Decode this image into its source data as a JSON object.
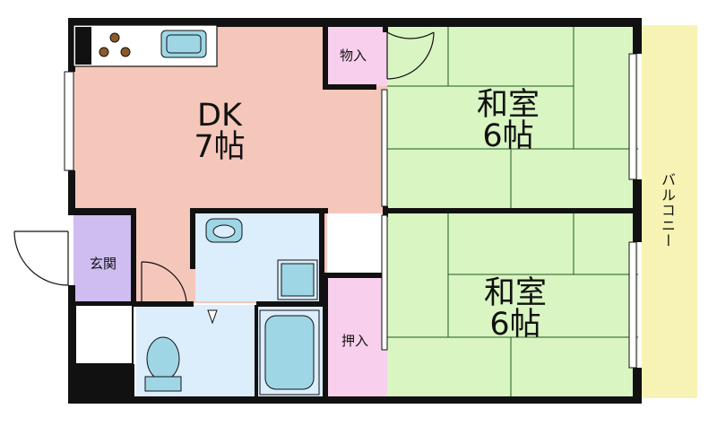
{
  "rooms": {
    "dk": {
      "line1": "DK",
      "line2": "7帖"
    },
    "washitsu_top": {
      "line1": "和室",
      "line2": "6帖"
    },
    "washitsu_bottom": {
      "line1": "和室",
      "line2": "6帖"
    },
    "monoire": "物入",
    "oshiire": "押入",
    "genkan": "玄関",
    "balcony": "バルコニー"
  },
  "colors": {
    "dk_floor": "#f5c7bb",
    "tatami": "#d9f5c2",
    "storage": "#f8d0ee",
    "genkan": "#cfbcf0",
    "balcony": "#f7f3b4",
    "bath": "#dcedfb",
    "fixture": "#9ed6e6",
    "wall": "#111111"
  },
  "icons": [
    "stove-burner-icon",
    "kitchen-sink-icon",
    "toilet-icon",
    "bathtub-icon",
    "washbasin-icon",
    "washer-pan-icon"
  ]
}
